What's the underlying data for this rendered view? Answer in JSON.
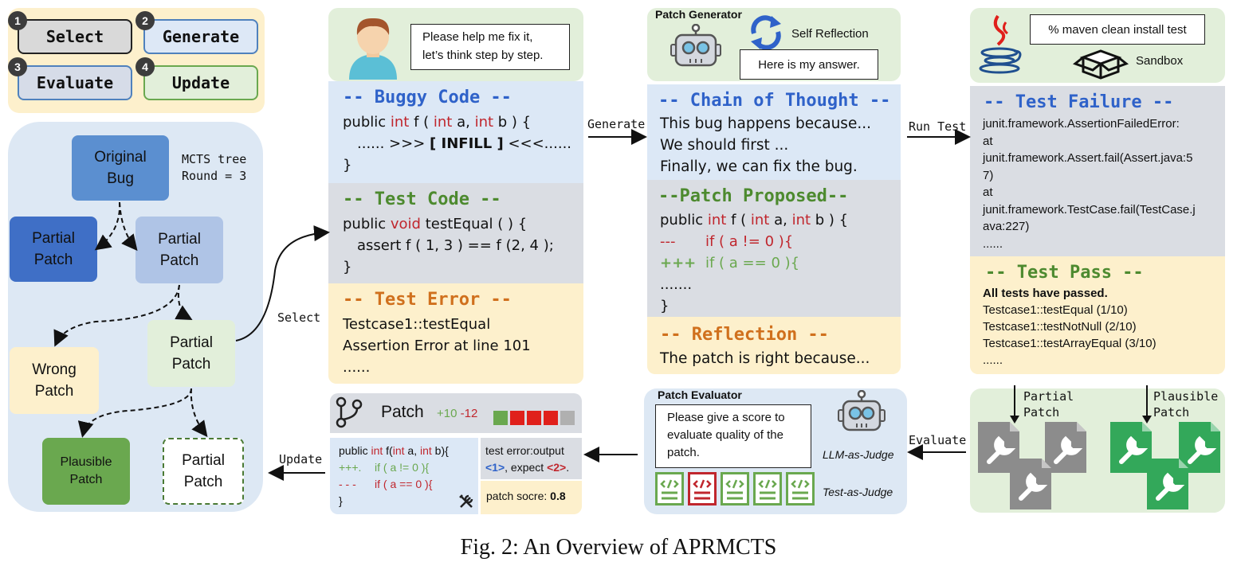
{
  "legend": [
    {
      "num": "1",
      "label": "Select"
    },
    {
      "num": "2",
      "label": "Generate"
    },
    {
      "num": "3",
      "label": "Evaluate"
    },
    {
      "num": "4",
      "label": "Update"
    }
  ],
  "tree": {
    "info_line1": "MCTS tree",
    "info_line2": "Round = 3",
    "nodes": {
      "original": [
        "Original",
        "Bug"
      ],
      "partial_a": [
        "Partial",
        "Patch"
      ],
      "partial_b": [
        "Partial",
        "Patch"
      ],
      "partial_c": [
        "Partial",
        "Patch"
      ],
      "wrong": [
        "Wrong",
        "Patch"
      ],
      "plausible": [
        "Plausible",
        "Patch"
      ],
      "partial_new": [
        "Partial",
        "Patch"
      ]
    }
  },
  "connectors": {
    "select": "Select",
    "generate": "Generate",
    "run_test": "Run Test",
    "evaluate": "Evaluate",
    "update": "Update"
  },
  "prompt": {
    "user_message_1": "Please help me fix it,",
    "user_message_2": "let’s think step by step.",
    "buggy_title": "-- Buggy Code --",
    "buggy_line1": [
      "public ",
      "int",
      " f ( ",
      "int",
      " a, ",
      "int",
      " b ) {"
    ],
    "buggy_line2_pre": "...... >>> ",
    "buggy_line2_infill": "[ INFILL ]",
    "buggy_line2_post": " <<<......",
    "buggy_line3": "}",
    "test_title": "-- Test Code --",
    "test_line1": [
      "public ",
      "void",
      " testEqual ( ) {"
    ],
    "test_line2": "assert f ( 1, 3 ) == f (2, 4 );",
    "test_line3": "}",
    "error_title": "-- Test Error --",
    "error_line1": "Testcase1::testEqual",
    "error_line2": "Assertion Error at line 101",
    "error_line3": "......"
  },
  "generator": {
    "title": "Patch Generator",
    "self_reflection": "Self Reflection",
    "answer": "Here is my answer.",
    "cot_title": "-- Chain of Thought --",
    "cot_lines": [
      "This bug happens because...",
      "We should first ...",
      "Finally, we can fix the bug."
    ],
    "patch_title": "--Patch Proposed--",
    "patch_line1": [
      "public ",
      "int",
      " f ( ",
      "int",
      " a, ",
      "int",
      " b ) {"
    ],
    "patch_minus_mark": "---",
    "patch_minus_code": "if ( a != 0 ){",
    "patch_plus_mark": "+++",
    "patch_plus_code": "if ( a == 0 ){",
    "patch_dots": ".......",
    "patch_close": "}",
    "reflection_title": "-- Reflection --",
    "reflection_line": "The patch is right because..."
  },
  "sandbox": {
    "command": "% maven clean install  test",
    "label": "Sandbox",
    "fail_title": "-- Test Failure --",
    "fail_lines": [
      "junit.framework.AssertionFailedError:",
      "at",
      "junit.framework.Assert.fail(Assert.java:5",
      "7)",
      "at",
      "junit.framework.TestCase.fail(TestCase.j",
      "ava:227)",
      "......"
    ],
    "pass_title": "-- Test Pass --",
    "pass_header": "All tests have passed.",
    "pass_lines": [
      "Testcase1::testEqual (1/10)",
      "Testcase1::testNotNull (2/10)",
      "Testcase1::testArrayEqual (3/10)",
      "......"
    ]
  },
  "files": {
    "partial_line1": "Partial",
    "partial_line2": "Patch",
    "plausible_line1": "Plausible",
    "plausible_line2": "Patch"
  },
  "evaluator": {
    "title": "Patch Evaluator",
    "prompt_lines": [
      "Please give a score to",
      "evaluate quality of the",
      "patch."
    ],
    "llm_judge": "LLM-as-Judge",
    "test_judge": "Test-as-Judge"
  },
  "patch_card": {
    "title": "Patch",
    "added": "+10",
    "removed": "-12",
    "diffstat": [
      "green",
      "red",
      "red",
      "red",
      "gray"
    ],
    "code_line1": [
      "public ",
      "int",
      " f(",
      "int",
      " a, ",
      "int",
      " b){"
    ],
    "code_plus_mark": "+++.",
    "code_plus": "if ( a != 0 ){",
    "code_minus_mark": "- - -",
    "code_minus": "if ( a == 0 ){",
    "code_close": "}",
    "error_pre": "test error:output",
    "error_got": "<1>",
    "error_mid": ", expect ",
    "error_expect": "<2>",
    "error_end": ".",
    "score_label": "patch socre: ",
    "score_value": "0.8"
  },
  "caption": "Fig. 2: An Overview of APRMCTS"
}
